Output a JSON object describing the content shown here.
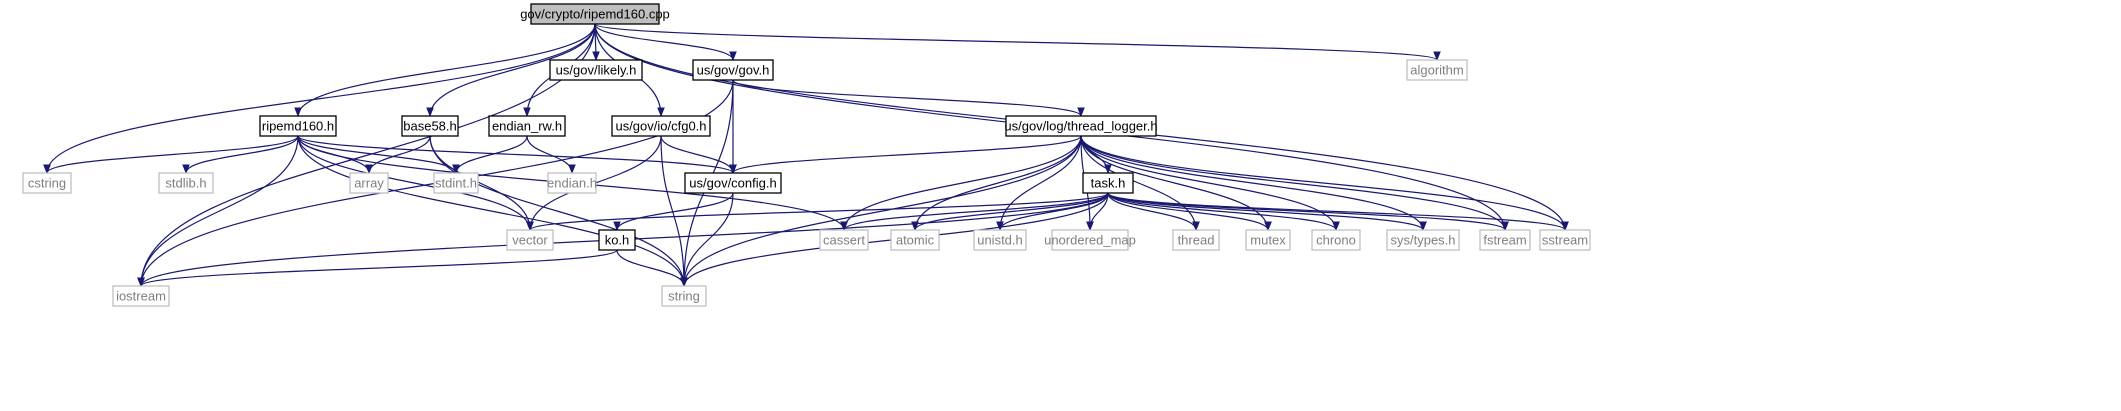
{
  "graph": {
    "root": "gov/crypto/ripemd160.cpp",
    "colors": {
      "edge": "#191970",
      "root_fill": "#bfbfbf",
      "local_border": "#000000",
      "system_border": "#bfbfbf",
      "system_text": "#7f7f7f"
    },
    "nodes": [
      {
        "id": "root",
        "label": "gov/crypto/ripemd160.cpp",
        "kind": "root"
      },
      {
        "id": "likely",
        "label": "us/gov/likely.h",
        "kind": "local"
      },
      {
        "id": "govh",
        "label": "us/gov/gov.h",
        "kind": "local"
      },
      {
        "id": "algorithm",
        "label": "algorithm",
        "kind": "system"
      },
      {
        "id": "ripemd",
        "label": "ripemd160.h",
        "kind": "local"
      },
      {
        "id": "base58",
        "label": "base58.h",
        "kind": "local"
      },
      {
        "id": "endianrw",
        "label": "endian_rw.h",
        "kind": "local"
      },
      {
        "id": "cfg0",
        "label": "us/gov/io/cfg0.h",
        "kind": "local"
      },
      {
        "id": "thlog",
        "label": "us/gov/log/thread_logger.h",
        "kind": "local"
      },
      {
        "id": "cstring",
        "label": "cstring",
        "kind": "system"
      },
      {
        "id": "stdlib",
        "label": "stdlib.h",
        "kind": "system"
      },
      {
        "id": "array",
        "label": "array",
        "kind": "system"
      },
      {
        "id": "stdint",
        "label": "stdint.h",
        "kind": "system"
      },
      {
        "id": "endianh",
        "label": "endian.h",
        "kind": "system"
      },
      {
        "id": "config",
        "label": "us/gov/config.h",
        "kind": "local"
      },
      {
        "id": "task",
        "label": "task.h",
        "kind": "local"
      },
      {
        "id": "vector",
        "label": "vector",
        "kind": "system"
      },
      {
        "id": "cassert",
        "label": "cassert",
        "kind": "system"
      },
      {
        "id": "koh",
        "label": "ko.h",
        "kind": "local"
      },
      {
        "id": "atomic",
        "label": "atomic",
        "kind": "system"
      },
      {
        "id": "unistd",
        "label": "unistd.h",
        "kind": "system"
      },
      {
        "id": "umap",
        "label": "unordered_map",
        "kind": "system"
      },
      {
        "id": "thread",
        "label": "thread",
        "kind": "system"
      },
      {
        "id": "mutex",
        "label": "mutex",
        "kind": "system"
      },
      {
        "id": "chrono",
        "label": "chrono",
        "kind": "system"
      },
      {
        "id": "systypes",
        "label": "sys/types.h",
        "kind": "system"
      },
      {
        "id": "fstream",
        "label": "fstream",
        "kind": "system"
      },
      {
        "id": "sstream",
        "label": "sstream",
        "kind": "system"
      },
      {
        "id": "iostream",
        "label": "iostream",
        "kind": "system"
      },
      {
        "id": "string",
        "label": "string",
        "kind": "system"
      }
    ],
    "edges": [
      [
        "root",
        "likely"
      ],
      [
        "root",
        "govh"
      ],
      [
        "root",
        "algorithm"
      ],
      [
        "root",
        "ripemd"
      ],
      [
        "root",
        "base58"
      ],
      [
        "root",
        "endianrw"
      ],
      [
        "root",
        "cfg0"
      ],
      [
        "root",
        "cstring"
      ],
      [
        "root",
        "iostream"
      ],
      [
        "root",
        "fstream"
      ],
      [
        "root",
        "sstream"
      ],
      [
        "govh",
        "thlog"
      ],
      [
        "govh",
        "config"
      ],
      [
        "govh",
        "iostream"
      ],
      [
        "govh",
        "string"
      ],
      [
        "ripemd",
        "cstring"
      ],
      [
        "ripemd",
        "stdlib"
      ],
      [
        "ripemd",
        "array"
      ],
      [
        "ripemd",
        "stdint"
      ],
      [
        "ripemd",
        "config"
      ],
      [
        "ripemd",
        "vector"
      ],
      [
        "ripemd",
        "cassert"
      ],
      [
        "ripemd",
        "iostream"
      ],
      [
        "ripemd",
        "string"
      ],
      [
        "base58",
        "array"
      ],
      [
        "base58",
        "vector"
      ],
      [
        "base58",
        "string"
      ],
      [
        "endianrw",
        "stdint"
      ],
      [
        "endianrw",
        "endianh"
      ],
      [
        "cfg0",
        "config"
      ],
      [
        "cfg0",
        "vector"
      ],
      [
        "cfg0",
        "string"
      ],
      [
        "thlog",
        "config"
      ],
      [
        "thlog",
        "task"
      ],
      [
        "thlog",
        "cassert"
      ],
      [
        "thlog",
        "atomic"
      ],
      [
        "thlog",
        "unistd"
      ],
      [
        "thlog",
        "umap"
      ],
      [
        "thlog",
        "thread"
      ],
      [
        "thlog",
        "mutex"
      ],
      [
        "thlog",
        "chrono"
      ],
      [
        "thlog",
        "systypes"
      ],
      [
        "thlog",
        "fstream"
      ],
      [
        "thlog",
        "sstream"
      ],
      [
        "thlog",
        "string"
      ],
      [
        "config",
        "koh"
      ],
      [
        "config",
        "string"
      ],
      [
        "koh",
        "iostream"
      ],
      [
        "koh",
        "string"
      ],
      [
        "task",
        "vector"
      ],
      [
        "task",
        "cassert"
      ],
      [
        "task",
        "atomic"
      ],
      [
        "task",
        "unistd"
      ],
      [
        "task",
        "umap"
      ],
      [
        "task",
        "thread"
      ],
      [
        "task",
        "mutex"
      ],
      [
        "task",
        "chrono"
      ],
      [
        "task",
        "systypes"
      ],
      [
        "task",
        "fstream"
      ],
      [
        "task",
        "sstream"
      ],
      [
        "task",
        "iostream"
      ],
      [
        "task",
        "string"
      ]
    ]
  }
}
